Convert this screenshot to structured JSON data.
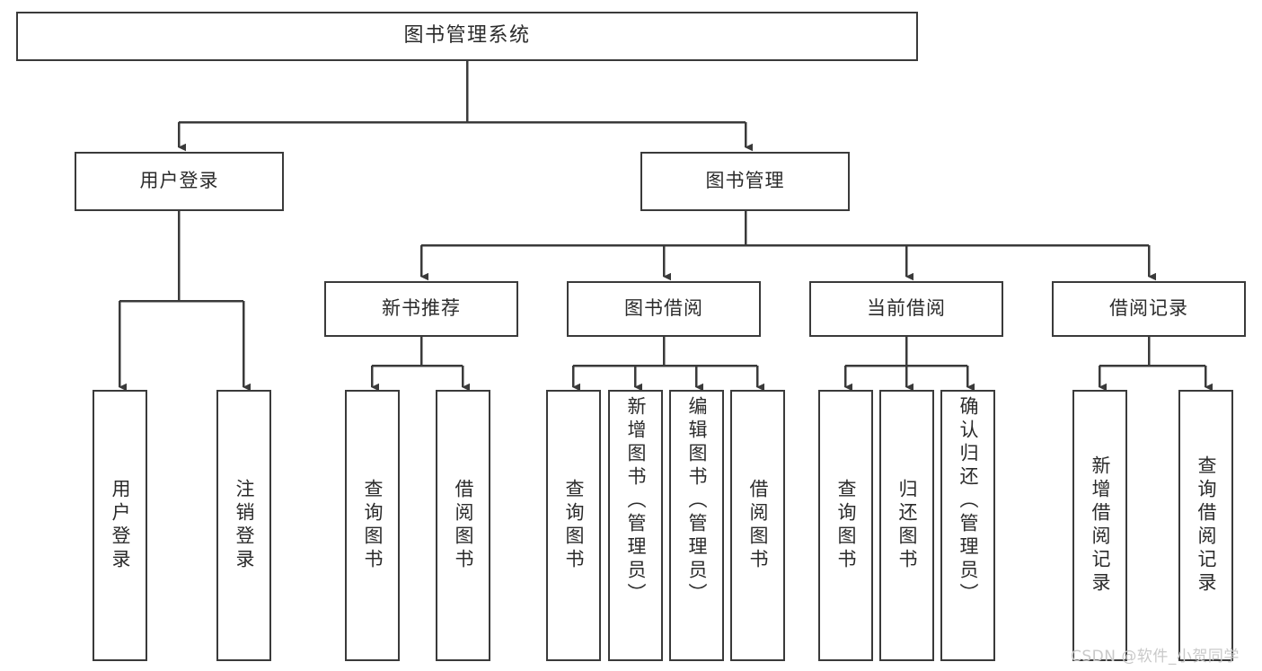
{
  "diagram": {
    "type": "tree-hierarchy",
    "title": "图书管理系统",
    "root": {
      "id": "root",
      "label": "图书管理系统"
    },
    "level2": [
      {
        "id": "user-login",
        "label": "用户登录"
      },
      {
        "id": "book-manage",
        "label": "图书管理"
      }
    ],
    "level3": [
      {
        "id": "new-book-rec",
        "label": "新书推荐",
        "parent": "book-manage"
      },
      {
        "id": "book-borrow",
        "label": "图书借阅",
        "parent": "book-manage"
      },
      {
        "id": "current-borrow",
        "label": "当前借阅",
        "parent": "book-manage"
      },
      {
        "id": "borrow-record",
        "label": "借阅记录",
        "parent": "book-manage"
      }
    ],
    "leaves": [
      {
        "id": "leaf-user-login",
        "label": "用户登录",
        "parent": "user-login"
      },
      {
        "id": "leaf-user-logout",
        "label": "注销登录",
        "parent": "user-login"
      },
      {
        "id": "leaf-query-book-1",
        "label": "查询图书",
        "parent": "new-book-rec"
      },
      {
        "id": "leaf-borrow-book-1",
        "label": "借阅图书",
        "parent": "new-book-rec"
      },
      {
        "id": "leaf-query-book-2",
        "label": "查询图书",
        "parent": "book-borrow"
      },
      {
        "id": "leaf-add-book",
        "label": "新增图书（管理员）",
        "parent": "book-borrow"
      },
      {
        "id": "leaf-edit-book",
        "label": "编辑图书（管理员）",
        "parent": "book-borrow"
      },
      {
        "id": "leaf-borrow-book-2",
        "label": "借阅图书",
        "parent": "book-borrow"
      },
      {
        "id": "leaf-query-book-3",
        "label": "查询图书",
        "parent": "current-borrow"
      },
      {
        "id": "leaf-return-book",
        "label": "归还图书",
        "parent": "current-borrow"
      },
      {
        "id": "leaf-confirm-return",
        "label": "确认归还（管理员）",
        "parent": "current-borrow"
      },
      {
        "id": "leaf-add-record",
        "label": "新增借阅记录",
        "parent": "borrow-record"
      },
      {
        "id": "leaf-query-record",
        "label": "查询借阅记录",
        "parent": "borrow-record"
      }
    ]
  },
  "watermark": {
    "text": "CSDN @软件_小贺同学"
  },
  "colors": {
    "box_border": "#3a3a3a",
    "box_fill": "#ffffff",
    "connector": "#3a3a3a",
    "text": "#2b2b2b",
    "watermark": "#c9c9c9",
    "background": "#ffffff"
  }
}
